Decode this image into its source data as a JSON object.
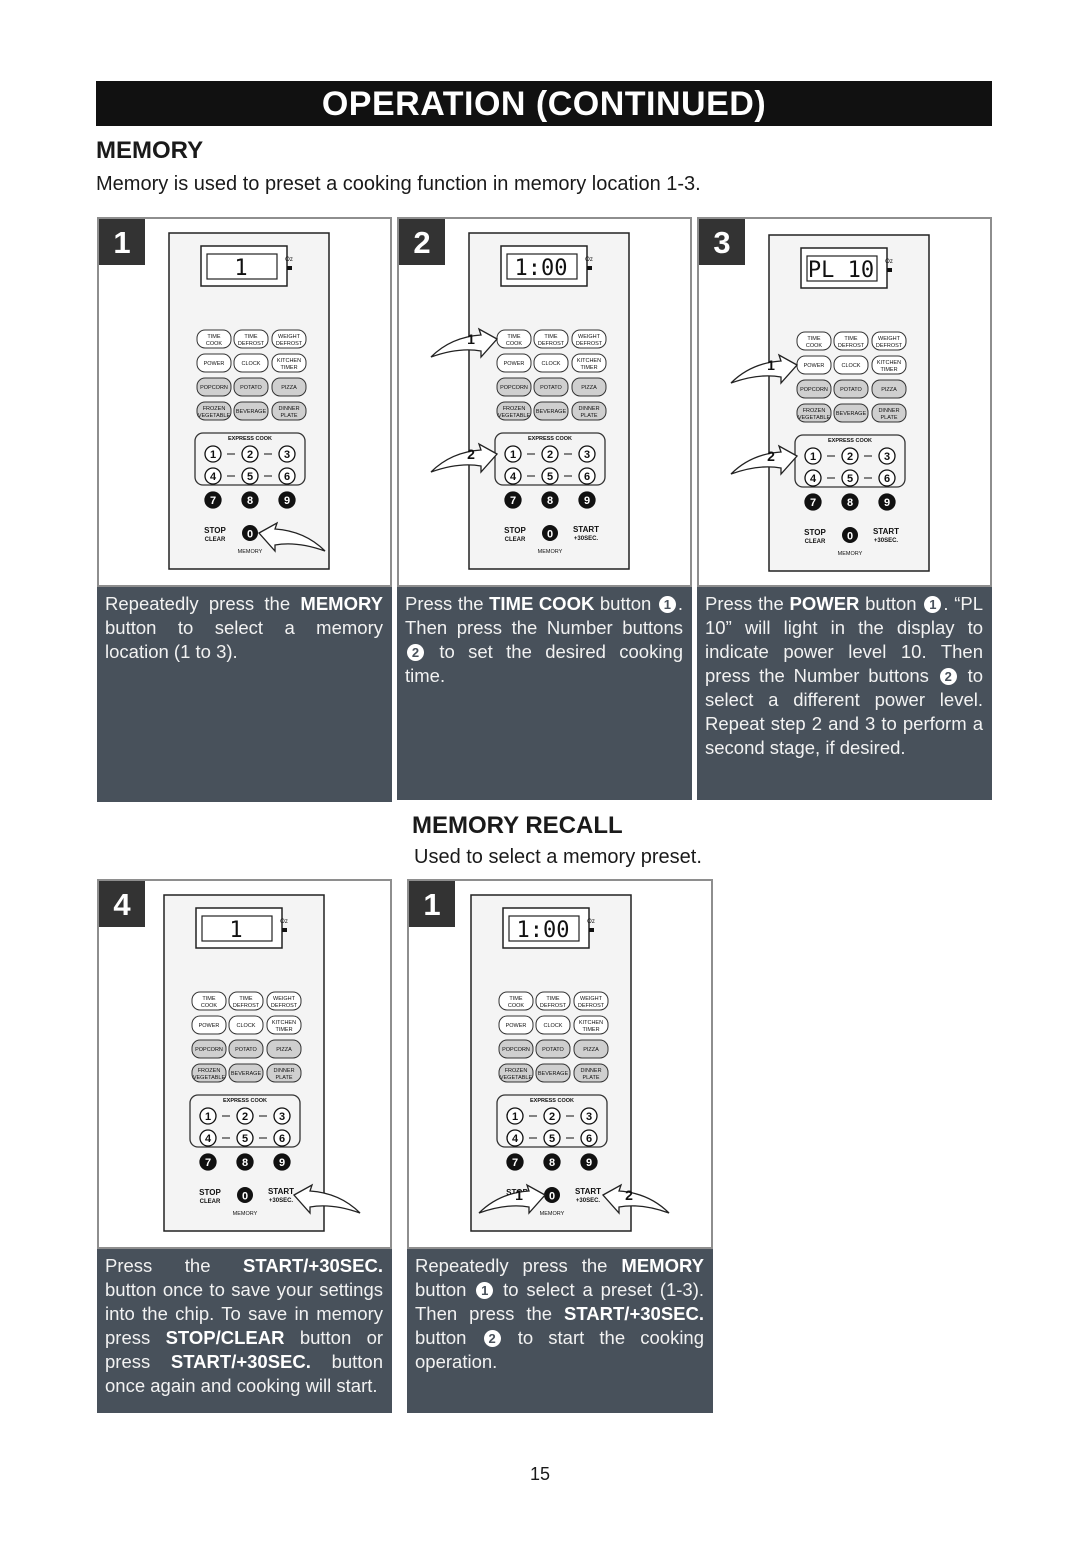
{
  "header": {
    "title": "OPERATION  (CONTINUED)"
  },
  "memory": {
    "heading": "MEMORY",
    "intro": "Memory is used to preset a cooking function in memory location 1-3."
  },
  "recall": {
    "heading": "MEMORY RECALL",
    "intro": "Used to select a memory preset."
  },
  "page_number": "15",
  "control_panel": {
    "oz": "Oz",
    "row1": [
      "TIME|COOK",
      "TIME|DEFROST",
      "WEIGHT|DEFROST"
    ],
    "row2": [
      "POWER",
      "CLOCK",
      "KITCHEN|TIMER"
    ],
    "row3": [
      "POPCORN",
      "POTATO",
      "PIZZA"
    ],
    "row4": [
      "FROZEN|VEGETABLE",
      "BEVERAGE",
      "DINNER|PLATE"
    ],
    "express_cook": "EXPRESS COOK",
    "digits": [
      "1",
      "2",
      "3",
      "4",
      "5",
      "6",
      "7",
      "8",
      "9",
      "0"
    ],
    "stop": "STOP",
    "clear": "CLEAR",
    "start": "START",
    "plus30": "+30SEC.",
    "memory": "MEMORY"
  },
  "steps": [
    {
      "number": "1",
      "display": "1",
      "arrows": []
    },
    {
      "number": "2",
      "display": "1:00",
      "arrows": [
        "1",
        "2"
      ]
    },
    {
      "number": "3",
      "display": "PL 10",
      "arrows": [
        "1",
        "2"
      ]
    },
    {
      "number": "4",
      "display": "1",
      "arrows": []
    },
    {
      "number": "1",
      "display": "1:00",
      "arrows": [
        "1",
        "2"
      ]
    }
  ],
  "descriptions": {
    "step1": {
      "a": "Repeatedly press the",
      "b": "MEMORY",
      "c": "button to select a memory location (1 to 3)."
    },
    "step2": {
      "a": "Press the",
      "b": "TIME COOK",
      "c": "button",
      "n1": "1",
      "d": ". Then press the Number buttons",
      "n2": "2",
      "e": "to set the desired cooking time."
    },
    "step3": {
      "a": "Press the",
      "b": "POWER",
      "c": "button",
      "n1": "1",
      "d": ". “PL 10” will light in the display to indicate power level 10. Then press the Number buttons",
      "n2": "2",
      "e": "to select a different power level. Repeat step 2 and 3 to perform a second stage, if desired."
    },
    "step4": {
      "a": "Press the",
      "b": "START/+30SEC.",
      "c": "button once to save your settings into the chip. To save in memory press",
      "d": "STOP/CLEAR",
      "e": "button or press",
      "f": "START/+30SEC.",
      "g": "button once again and cooking will start."
    },
    "recall1": {
      "a": "Repeatedly press the",
      "b": "MEMORY",
      "c": "button",
      "n1": "1",
      "d": "to select a preset (1-3). Then press the",
      "e": "START/+30SEC.",
      "f": "button",
      "n2": "2",
      "g": "to start the cooking operation."
    }
  }
}
